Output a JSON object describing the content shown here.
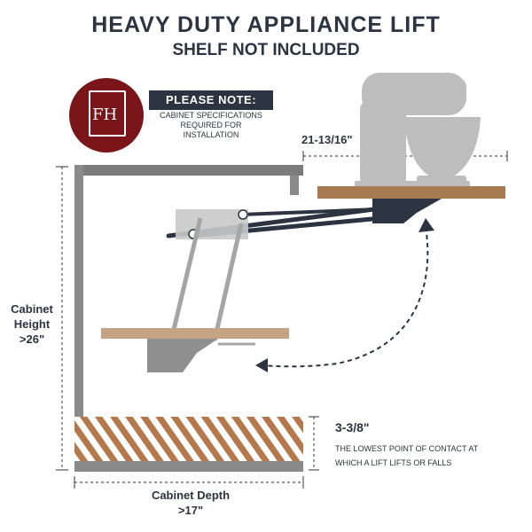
{
  "header": {
    "title": "HEAVY DUTY APPLIANCE LIFT",
    "subtitle": "SHELF NOT INCLUDED"
  },
  "logo": {
    "text": "FH",
    "color": "#7a1519"
  },
  "note": {
    "heading": "PLEASE NOTE:",
    "lines": [
      "CABINET SPECIFICATIONS",
      "REQUIRED FOR",
      "INSTALLATION"
    ]
  },
  "dimensions": {
    "cabinet_height": [
      "Cabinet",
      "Height",
      ">26\""
    ],
    "cabinet_depth": [
      "Cabinet Depth",
      ">17\""
    ],
    "shelf_width": "21-13/16\"",
    "contact_point": "3-3/8\"",
    "contact_desc": [
      "THE LOWEST POINT OF CONTACT AT",
      "WHICH A LIFT LIFTS OR FALLS"
    ]
  },
  "colors": {
    "dark": "#2b3440",
    "wood": "#a77b52",
    "cabinet": "#7b7b7b",
    "stripe": "#b5784b"
  }
}
